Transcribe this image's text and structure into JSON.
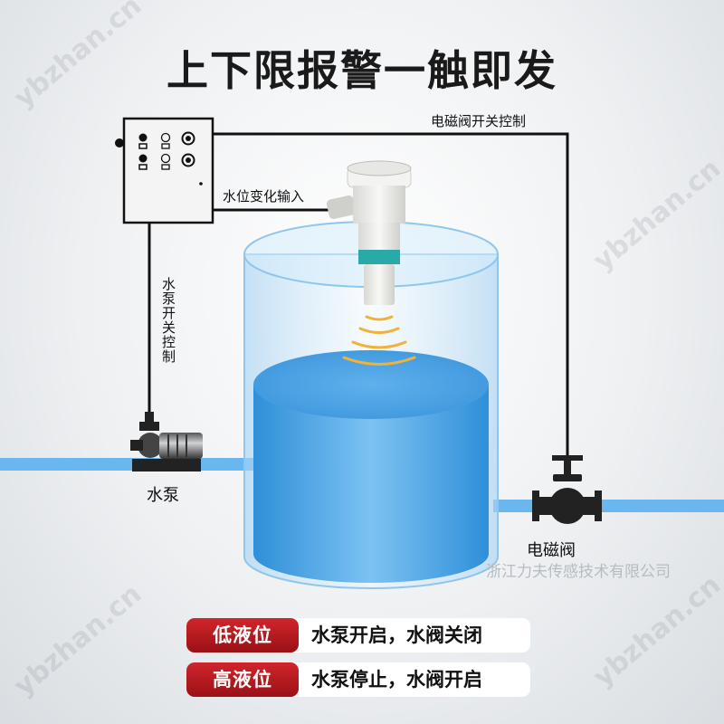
{
  "title": "上下限报警一触即发",
  "labels": {
    "valve_control": "电磁阀开关控制",
    "level_input": "水位变化输入",
    "pump_control": "水泵开关控制",
    "pump": "水泵",
    "valve": "电磁阀"
  },
  "company": "浙江力夫传感技术有限公司",
  "watermark": "ybzhan.cn",
  "legend": [
    {
      "tag": "低液位",
      "desc": "水泵开启，水阀关闭"
    },
    {
      "tag": "高液位",
      "desc": "水泵停止，水阀开启"
    }
  ],
  "colors": {
    "water": "#4aa8e8",
    "pipe": "#6ab7f0",
    "tag_red": "#c31d23",
    "line": "#111111"
  }
}
